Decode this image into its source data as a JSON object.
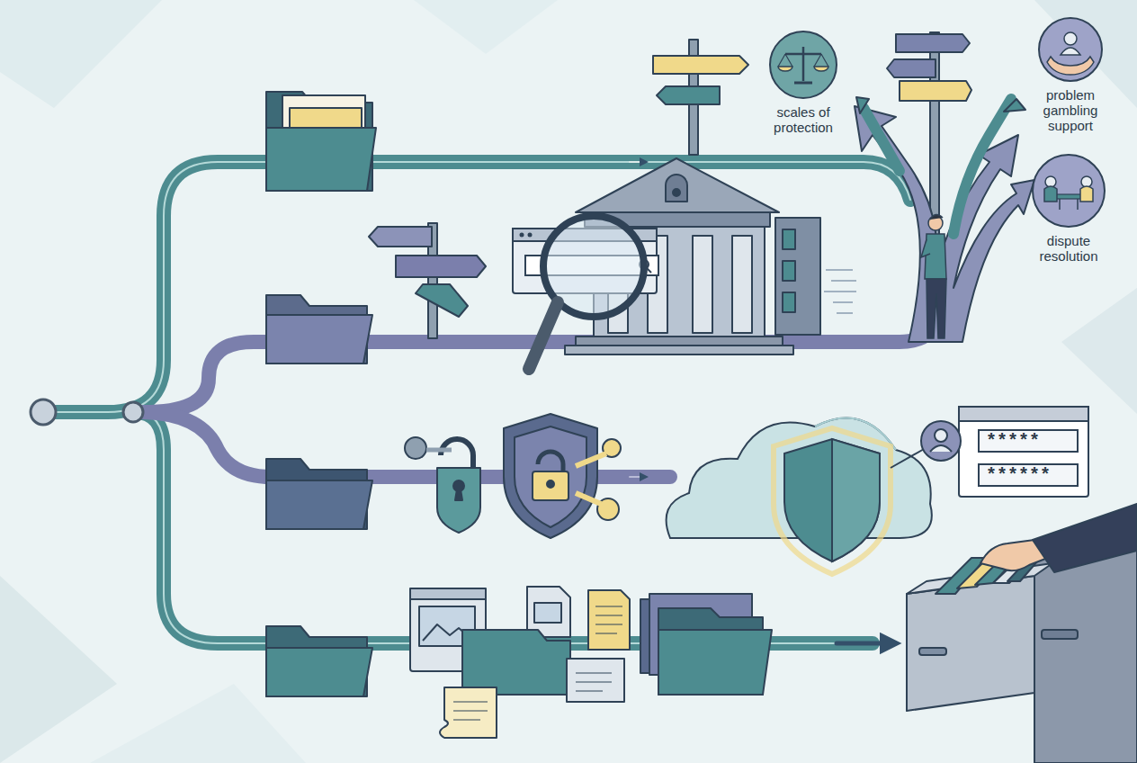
{
  "diagram": {
    "nodes": [
      {
        "text": [
          "scales of protection"
        ]
      },
      {
        "text": [
          "problem gambling support"
        ]
      },
      {
        "text": [
          "dispute resolution"
        ]
      }
    ],
    "labels": [
      "*****",
      "******"
    ]
  }
}
